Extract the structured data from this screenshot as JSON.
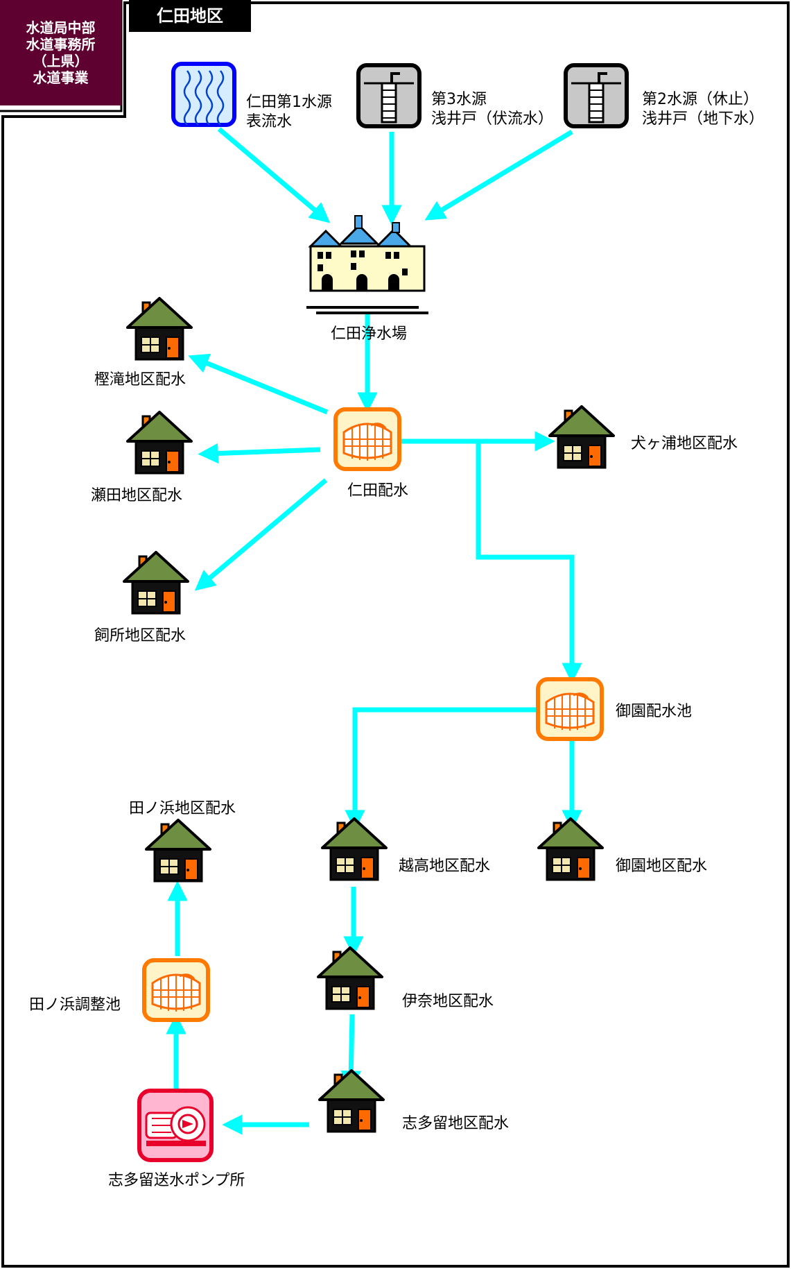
{
  "header": {
    "org_label": "水道局中部\n水道事務所\n（上県）\n水道事業",
    "district_tab": "仁田地区"
  },
  "sources": {
    "source1": "仁田第1水源\n表流水",
    "source3": "第3水源\n浅井戸（伏流水）",
    "source2": "第2水源（休止）\n浅井戸（地下水）"
  },
  "plant": {
    "label": "仁田浄水場"
  },
  "reservoirs": {
    "nita": "仁田配水",
    "misono": "御園配水池",
    "tanohama": "田ノ浜調整池"
  },
  "pump": {
    "label": "志多留送水ポンプ所"
  },
  "districts": {
    "kashidaki": "樫滝地区配水",
    "seta": "瀬田地区配水",
    "kaisho": "飼所地区配水",
    "inugaura": "犬ヶ浦地区配水",
    "misono": "御園地区配水",
    "etaka": "越高地区配水",
    "ina": "伊奈地区配水",
    "shitaru": "志多留地区配水",
    "tanohama": "田ノ浜地区配水"
  },
  "colors": {
    "flow_arrow": "#00ffff",
    "org_box": "#5e0030",
    "reservoir_border": "#ff7a00",
    "pump_border": "#e8002a",
    "house_roof": "#6e8f42",
    "source_border": "#0000ff"
  },
  "icons": {
    "source1": "river-water-icon",
    "source3": "well-icon",
    "source2": "well-icon",
    "plant": "water-treatment-plant-icon",
    "reservoir": "water-tank-icon",
    "pump": "pump-icon",
    "district": "house-icon"
  }
}
